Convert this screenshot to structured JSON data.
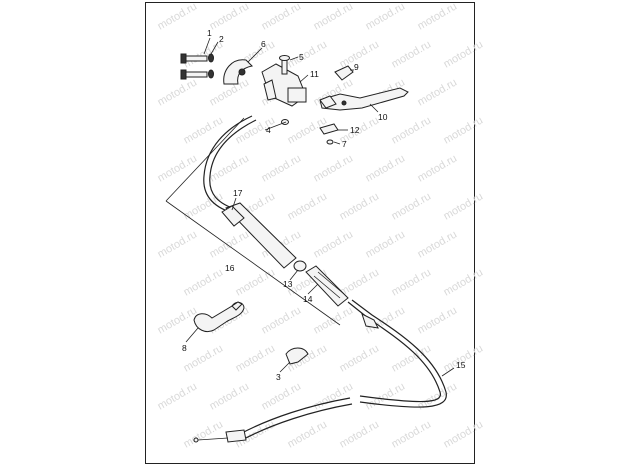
{
  "watermark": "motod.ru",
  "callouts": [
    "1",
    "2",
    "3",
    "4",
    "5",
    "6",
    "7",
    "8",
    "9",
    "10",
    "11",
    "12",
    "13",
    "14",
    "15",
    "16",
    "17"
  ],
  "colors": {
    "line": "#222222",
    "background": "#ffffff",
    "watermark": "#d9d9d9"
  }
}
